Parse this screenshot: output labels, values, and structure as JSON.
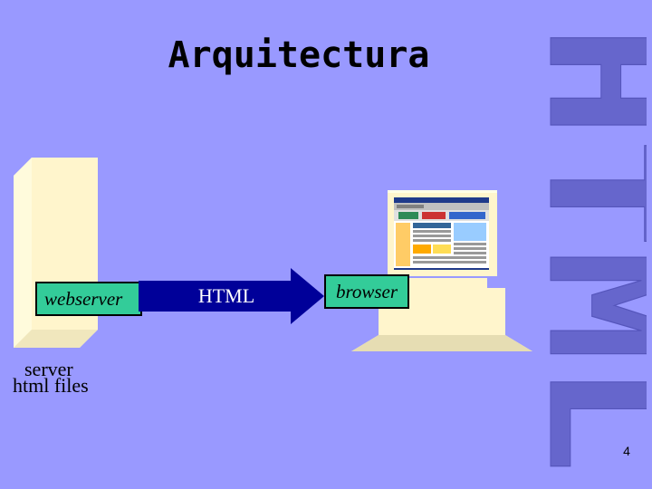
{
  "slide": {
    "title": "Arquitectura",
    "vertical_word": "HTML",
    "page_number": "4"
  },
  "diagram": {
    "server_label": "webserver",
    "arrow_label": "HTML",
    "client_label": "browser",
    "server_caption_line1": "server",
    "server_caption_line2": "html files"
  },
  "colors": {
    "background": "#9999ff",
    "vertical_word_fill": "#6666cc",
    "box_fill": "#fff5cc",
    "label_fill": "#33cc99",
    "arrow_fill": "#000099"
  },
  "icons": {
    "server": "server-shape",
    "computer": "desktop-computer-with-webpage"
  }
}
